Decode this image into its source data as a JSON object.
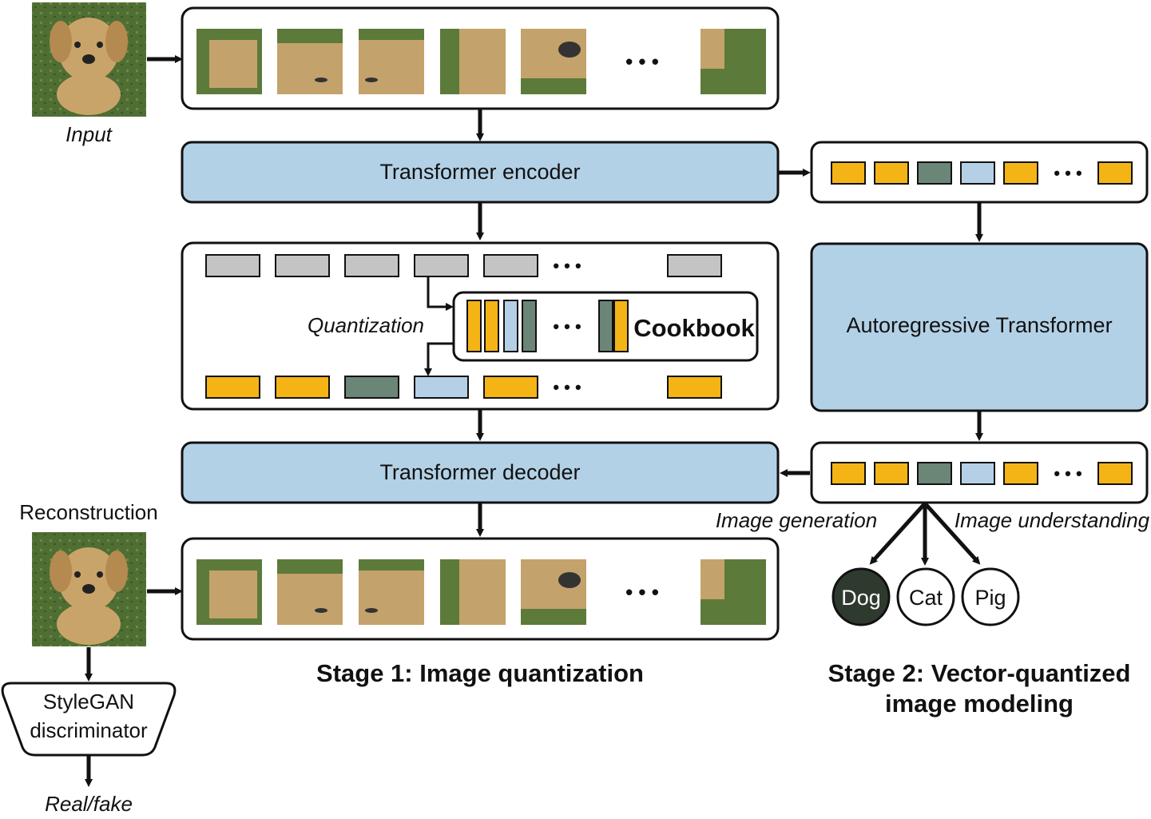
{
  "input_label": "Input",
  "reconstruction_label": "Reconstruction",
  "encoder_label": "Transformer encoder",
  "decoder_label": "Transformer decoder",
  "quantization_label": "Quantization",
  "codebook_label": "Cookbook",
  "autoregressive_label": "Autoregressive Transformer",
  "image_generation_label": "Image generation",
  "image_understanding_label": "Image understanding",
  "classes": [
    "Dog",
    "Cat",
    "Pig"
  ],
  "discriminator_line1": "StyleGAN",
  "discriminator_line2": "discriminator",
  "real_fake_label": "Real/fake",
  "stage1_caption": "Stage 1: Image quantization",
  "stage2_caption_line1": "Stage 2: Vector-quantized",
  "stage2_caption_line2": "image modeling",
  "ellipsis": "• • •",
  "colors": {
    "block_fill": "#b3d1e6",
    "token_orange": "#f5b416",
    "token_gray": "#c4c4c4",
    "token_slate": "#6b8577",
    "token_lightblue": "#b5d0e6",
    "dog_fill": "#2f3a2f",
    "grass": "#4f6e33",
    "dog_fur": "#c9a46a"
  }
}
